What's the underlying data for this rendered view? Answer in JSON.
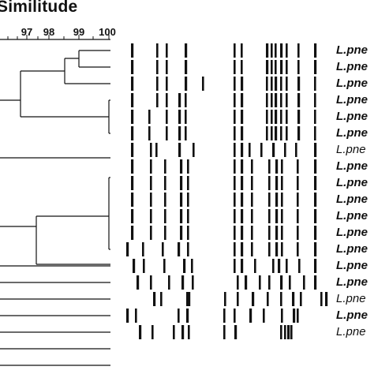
{
  "title": "Similitude",
  "scale_ticks": [
    "97",
    "98",
    "99",
    "100"
  ],
  "strains": [
    {
      "label": "L.pne",
      "bold": true
    },
    {
      "label": "L.pne",
      "bold": true
    },
    {
      "label": "L.pne",
      "bold": true
    },
    {
      "label": "L.pne",
      "bold": true
    },
    {
      "label": "L.pne",
      "bold": true
    },
    {
      "label": "L.pne",
      "bold": true
    },
    {
      "label": "L.pne",
      "bold": false
    },
    {
      "label": "L.pne",
      "bold": true
    },
    {
      "label": "L.pne",
      "bold": true
    },
    {
      "label": "L.pne",
      "bold": true
    },
    {
      "label": "L.pne",
      "bold": true
    },
    {
      "label": "L.pne",
      "bold": true
    },
    {
      "label": "L.pne",
      "bold": true
    },
    {
      "label": "L.pne",
      "bold": true
    },
    {
      "label": "L.pne",
      "bold": true
    },
    {
      "label": "L.pne",
      "bold": false
    },
    {
      "label": "L.pne",
      "bold": true
    },
    {
      "label": "L.pne",
      "bold": false
    }
  ],
  "colors": {
    "ink": "#111111",
    "background": "#ffffff"
  }
}
